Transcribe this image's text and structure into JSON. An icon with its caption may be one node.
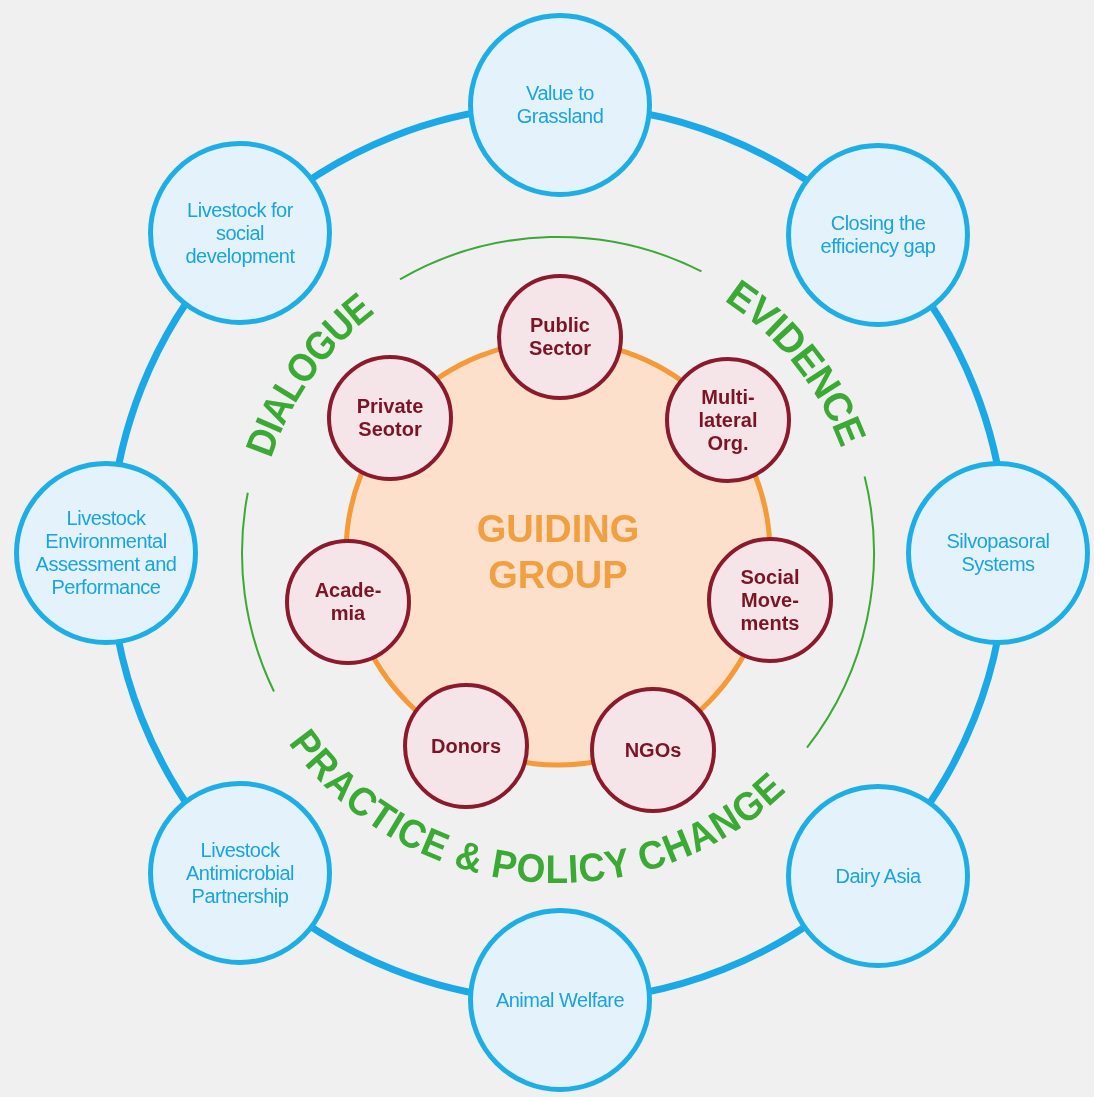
{
  "diagram": {
    "nodes": [
      {
        "text": [
          "Value to Grassland"
        ]
      },
      {
        "text": [
          "Livestock for social development"
        ]
      },
      {
        "text": [
          "Closing the efficiency gap"
        ]
      },
      {
        "text": [
          "Livestock Environmental Assessment and Performance"
        ]
      },
      {
        "text": [
          "Silvopasoral Systems"
        ]
      },
      {
        "text": [
          "Livestock Antimicrobial Partnership"
        ]
      },
      {
        "text": [
          "Dairy Asia"
        ]
      },
      {
        "text": [
          "Animal Welfare"
        ]
      },
      {
        "text": [
          "GUIDING GROUP"
        ]
      },
      {
        "text": [
          "Public Sector"
        ]
      },
      {
        "text": [
          "Private Seotor"
        ]
      },
      {
        "text": [
          "Multi- lateral Org."
        ]
      },
      {
        "text": [
          "Acade- mia"
        ]
      },
      {
        "text": [
          "Social Move- ments"
        ]
      },
      {
        "text": [
          "Donors"
        ]
      },
      {
        "text": [
          "NGOs"
        ]
      }
    ],
    "labels": [
      "DIALOGUE",
      "EVIDENCE",
      "PRACTICE & POLICY CHANGE"
    ]
  }
}
